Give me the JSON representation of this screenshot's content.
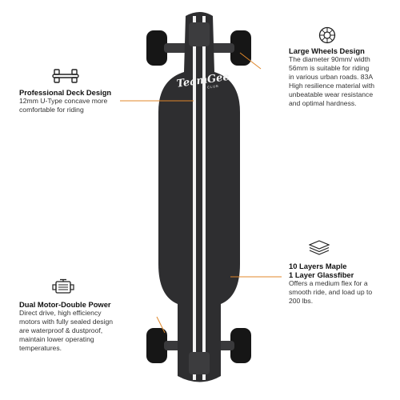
{
  "brand": {
    "logo_text": "TeamGee",
    "logo_sub": "CLUB"
  },
  "features": {
    "deck": {
      "title": "Professional Deck Design",
      "body": "12mm U-Type concave more\ncomfortable for riding",
      "icon": "deck-icon"
    },
    "wheels": {
      "title": "Large Wheels Design",
      "body": "The diameter 90mm/ width\n56mm is suitable for riding\nin various urban roads. 83A\nHigh resilience material with\nunbeatable wear resistance\nand optimal hardness.",
      "icon": "wheel-icon"
    },
    "layers": {
      "title_line1": "10 Layers Maple",
      "title_line2": "1 Layer Glassfiber",
      "body": "Offers a medium flex for a\nsmooth ride, and load up to\n200 lbs.",
      "icon": "layers-icon"
    },
    "motor": {
      "title": "Dual Motor-Double Power",
      "body": "Direct drive, high efficiency\nmotors with fully sealed design\nare waterproof & dustproof,\nmaintain lower operating\ntemperatures.",
      "icon": "motor-icon"
    }
  },
  "colors": {
    "deck": "#2e2e30",
    "stripe": "#f2f2f2",
    "wheel": "#161616",
    "accent_line": "#e0872a"
  }
}
